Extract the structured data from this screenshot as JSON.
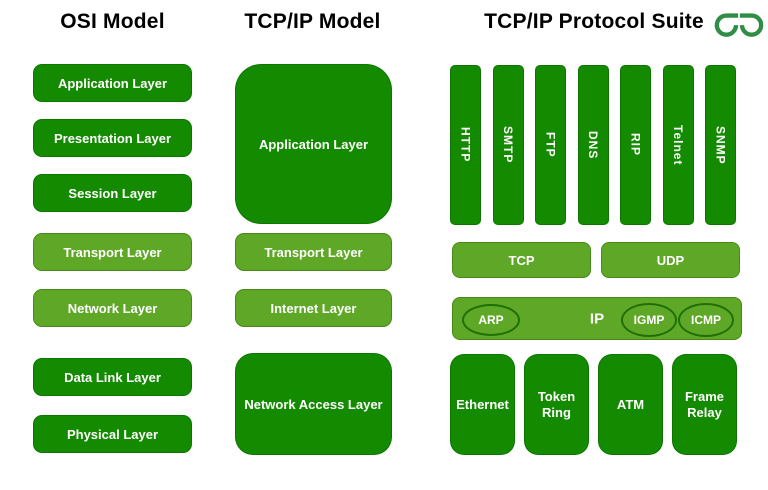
{
  "colors": {
    "dark_green": "#138A00",
    "light_green": "#5FA827",
    "outline_green": "#1E6F04",
    "header_text": "#000000",
    "box_text": "#FFFFFF",
    "logo_green": "#2F8D46"
  },
  "headers": {
    "osi": "OSI Model",
    "tcpip": "TCP/IP Model",
    "suite": "TCP/IP Protocol Suite"
  },
  "logo": {
    "name": "GeeksforGeeks logo"
  },
  "osi_model": {
    "layers": [
      {
        "label": "Application Layer",
        "tone": "dark"
      },
      {
        "label": "Presentation Layer",
        "tone": "dark"
      },
      {
        "label": "Session Layer",
        "tone": "dark"
      },
      {
        "label": "Transport Layer",
        "tone": "light"
      },
      {
        "label": "Network Layer",
        "tone": "light"
      },
      {
        "label": "Data Link Layer",
        "tone": "dark"
      },
      {
        "label": "Physical Layer",
        "tone": "dark"
      }
    ]
  },
  "tcpip_model": {
    "layers": [
      {
        "label": "Application Layer",
        "tone": "dark"
      },
      {
        "label": "Transport Layer",
        "tone": "light"
      },
      {
        "label": "Internet Layer",
        "tone": "light"
      },
      {
        "label": "Network Access Layer",
        "tone": "dark"
      }
    ]
  },
  "protocol_suite": {
    "application_protocols": [
      "HTTP",
      "SMTP",
      "FTP",
      "DNS",
      "RIP",
      "Telnet",
      "SNMP"
    ],
    "transport_protocols": [
      "TCP",
      "UDP"
    ],
    "internet_row": {
      "ip_label": "IP",
      "arp": "ARP",
      "igmp": "IGMP",
      "icmp": "ICMP"
    },
    "network_technologies": [
      "Ethernet",
      "Token Ring",
      "ATM",
      "Frame Relay"
    ]
  }
}
